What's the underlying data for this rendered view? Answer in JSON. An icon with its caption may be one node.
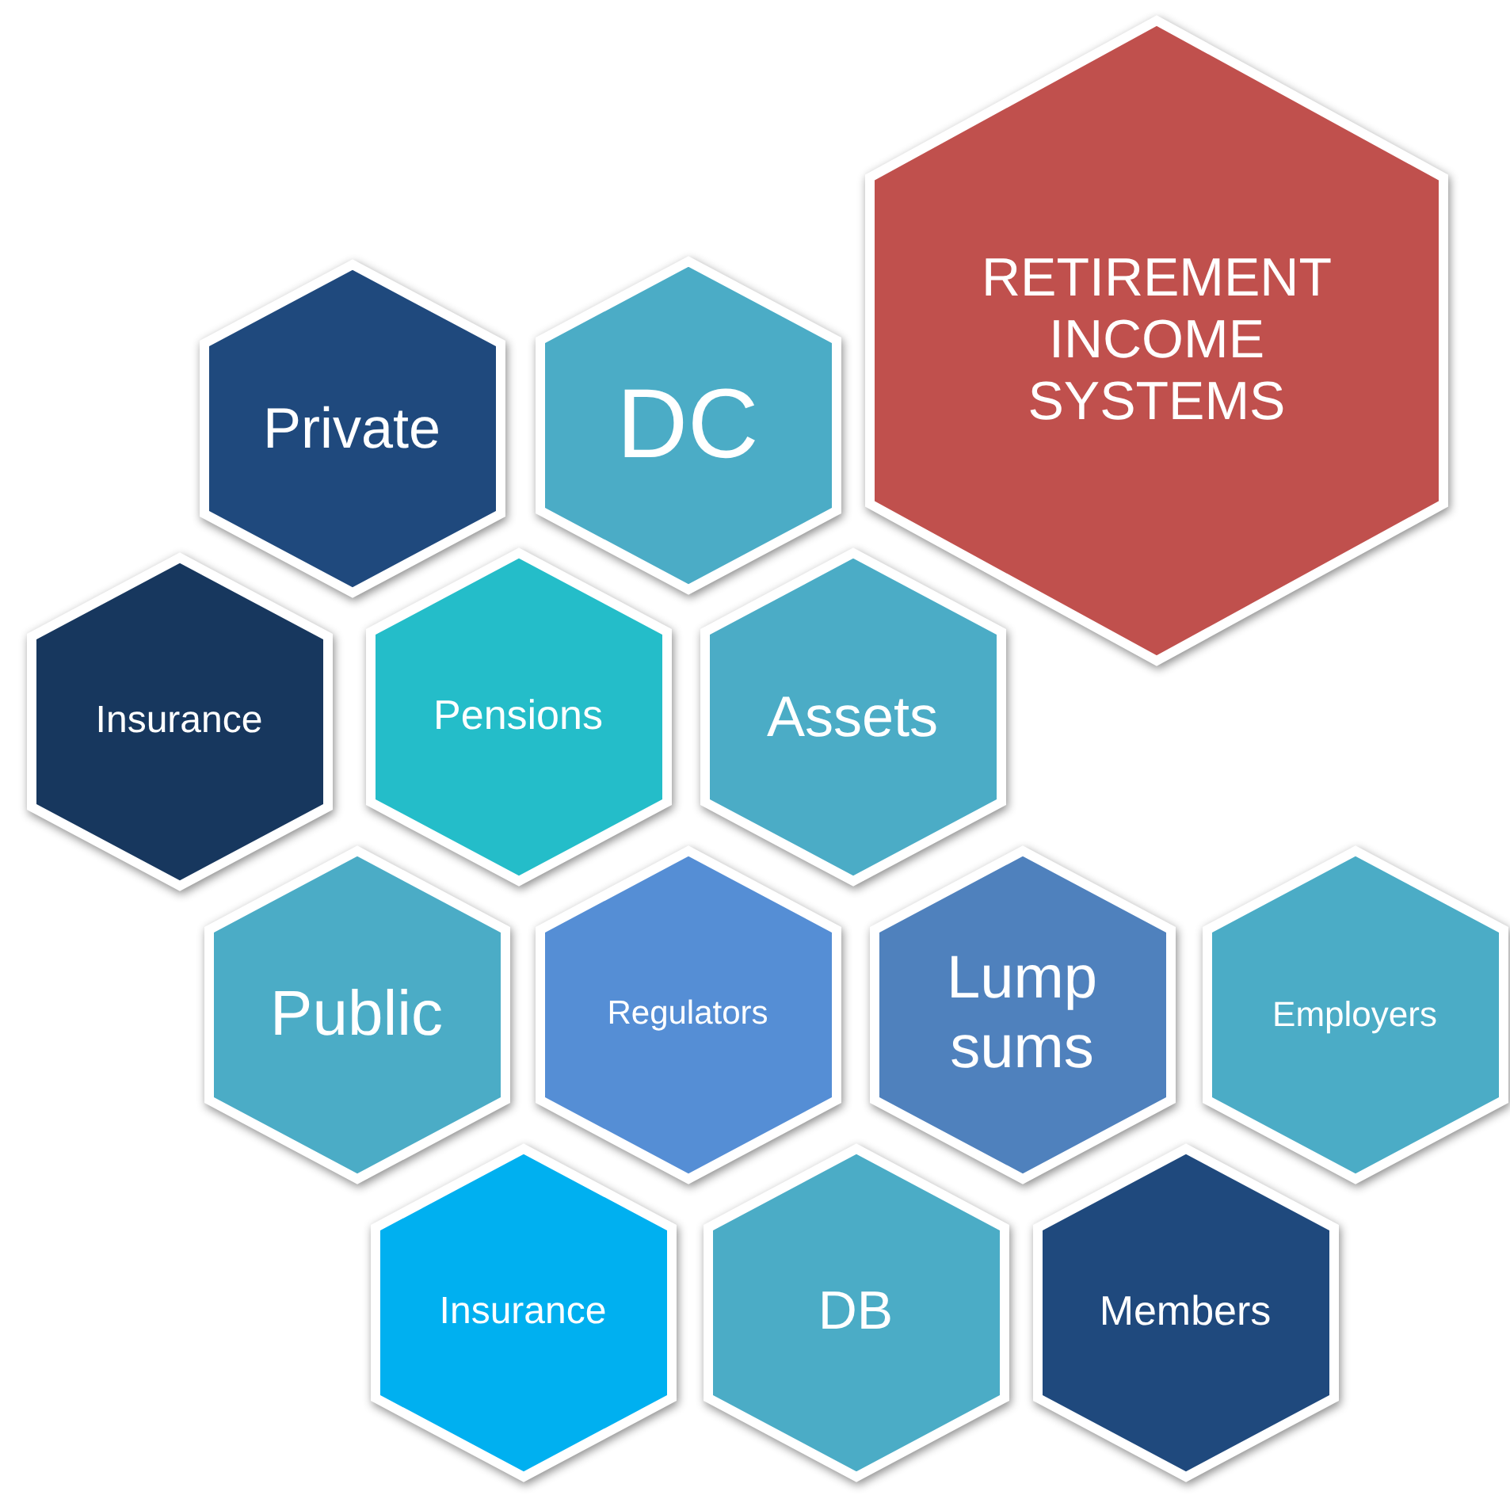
{
  "diagram": {
    "nodes": [
      {
        "text": [
          "RETIREMENT INCOME SYSTEMS"
        ]
      },
      {
        "text": [
          "Private"
        ]
      },
      {
        "text": [
          "DC"
        ]
      },
      {
        "text": [
          "Insurance"
        ]
      },
      {
        "text": [
          "Pensions"
        ]
      },
      {
        "text": [
          "Assets"
        ]
      },
      {
        "text": [
          "Public"
        ]
      },
      {
        "text": [
          "Regulators"
        ]
      },
      {
        "text": [
          "Lump sums"
        ]
      },
      {
        "text": [
          "Employers"
        ]
      },
      {
        "text": [
          "Insurance"
        ]
      },
      {
        "text": [
          "DB"
        ]
      },
      {
        "text": [
          "Members"
        ]
      }
    ]
  }
}
